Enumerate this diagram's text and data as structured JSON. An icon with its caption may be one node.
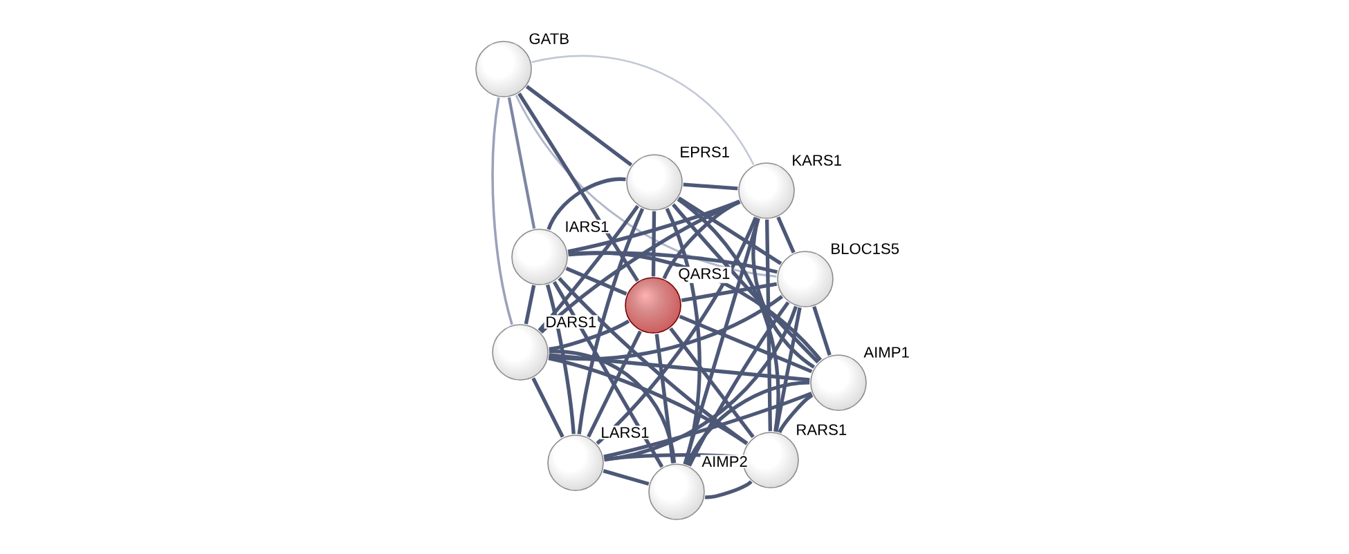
{
  "diagram": {
    "nodes": [
      {
        "text": [],
        "shape": "circle",
        "beside": [
          "GATB"
        ]
      },
      {
        "text": [],
        "shape": "circle",
        "beside": [
          "EPRS1"
        ]
      },
      {
        "text": [],
        "shape": "circle",
        "beside": [
          "KARS1"
        ]
      },
      {
        "text": [],
        "shape": "circle",
        "beside": [
          "IARS1"
        ]
      },
      {
        "text": [],
        "shape": "circle",
        "beside": [
          "BLOC1S5"
        ]
      },
      {
        "text": [],
        "shape": "circle",
        "beside": [
          "QARS1"
        ]
      },
      {
        "text": [],
        "shape": "circle",
        "beside": [
          "DARS1"
        ]
      },
      {
        "text": [],
        "shape": "circle",
        "beside": [
          "AIMP1"
        ]
      },
      {
        "text": [],
        "shape": "circle",
        "beside": [
          "RARS1"
        ]
      },
      {
        "text": [],
        "shape": "circle",
        "beside": [
          "LARS1"
        ]
      },
      {
        "text": [],
        "shape": "circle",
        "beside": [
          "AIMP2"
        ]
      }
    ],
    "edges": [
      {
        "from": 0,
        "to": 1,
        "arrow": "none"
      },
      {
        "from": 0,
        "to": 2,
        "arrow": "none",
        "color": "#c3c8d6"
      },
      {
        "from": 0,
        "to": 3,
        "arrow": "none",
        "color": "#7c86a3"
      },
      {
        "from": 0,
        "to": 4,
        "arrow": "none",
        "color": "#b3b9cb"
      },
      {
        "from": 0,
        "to": 5,
        "arrow": "none"
      },
      {
        "from": 0,
        "to": 6,
        "arrow": "none",
        "color": "#9aa2ba"
      },
      {
        "from": 1,
        "to": 2,
        "arrow": "none"
      },
      {
        "from": 1,
        "to": 3,
        "arrow": "none"
      },
      {
        "from": 1,
        "to": 4,
        "arrow": "none"
      },
      {
        "from": 1,
        "to": 5,
        "arrow": "none"
      },
      {
        "from": 1,
        "to": 6,
        "arrow": "none"
      },
      {
        "from": 1,
        "to": 7,
        "arrow": "none"
      },
      {
        "from": 1,
        "to": 8,
        "arrow": "none"
      },
      {
        "from": 1,
        "to": 9,
        "arrow": "none"
      },
      {
        "from": 1,
        "to": 10,
        "arrow": "none"
      },
      {
        "from": 2,
        "to": 3,
        "arrow": "none"
      },
      {
        "from": 2,
        "to": 4,
        "arrow": "none"
      },
      {
        "from": 2,
        "to": 5,
        "arrow": "none"
      },
      {
        "from": 2,
        "to": 6,
        "arrow": "none"
      },
      {
        "from": 2,
        "to": 7,
        "arrow": "none"
      },
      {
        "from": 2,
        "to": 8,
        "arrow": "none"
      },
      {
        "from": 2,
        "to": 9,
        "arrow": "none"
      },
      {
        "from": 2,
        "to": 10,
        "arrow": "none"
      },
      {
        "from": 3,
        "to": 4,
        "arrow": "none"
      },
      {
        "from": 3,
        "to": 5,
        "arrow": "none"
      },
      {
        "from": 3,
        "to": 6,
        "arrow": "none"
      },
      {
        "from": 3,
        "to": 7,
        "arrow": "none"
      },
      {
        "from": 3,
        "to": 8,
        "arrow": "none"
      },
      {
        "from": 3,
        "to": 9,
        "arrow": "none"
      },
      {
        "from": 3,
        "to": 10,
        "arrow": "none"
      },
      {
        "from": 4,
        "to": 5,
        "arrow": "none"
      },
      {
        "from": 4,
        "to": 6,
        "arrow": "none"
      },
      {
        "from": 4,
        "to": 7,
        "arrow": "none"
      },
      {
        "from": 4,
        "to": 8,
        "arrow": "none"
      },
      {
        "from": 4,
        "to": 9,
        "arrow": "none"
      },
      {
        "from": 4,
        "to": 10,
        "arrow": "none"
      },
      {
        "from": 5,
        "to": 6,
        "arrow": "none"
      },
      {
        "from": 5,
        "to": 7,
        "arrow": "none"
      },
      {
        "from": 5,
        "to": 8,
        "arrow": "none"
      },
      {
        "from": 5,
        "to": 9,
        "arrow": "none"
      },
      {
        "from": 5,
        "to": 10,
        "arrow": "none"
      },
      {
        "from": 6,
        "to": 7,
        "arrow": "none"
      },
      {
        "from": 6,
        "to": 8,
        "arrow": "none"
      },
      {
        "from": 6,
        "to": 9,
        "arrow": "none"
      },
      {
        "from": 6,
        "to": 10,
        "arrow": "none"
      },
      {
        "from": 7,
        "to": 8,
        "arrow": "none"
      },
      {
        "from": 7,
        "to": 9,
        "arrow": "none"
      },
      {
        "from": 7,
        "to": 10,
        "arrow": "none"
      },
      {
        "from": 8,
        "to": 9,
        "arrow": "none"
      },
      {
        "from": 8,
        "to": 10,
        "arrow": "none"
      },
      {
        "from": 9,
        "to": 10,
        "arrow": "none"
      }
    ]
  }
}
